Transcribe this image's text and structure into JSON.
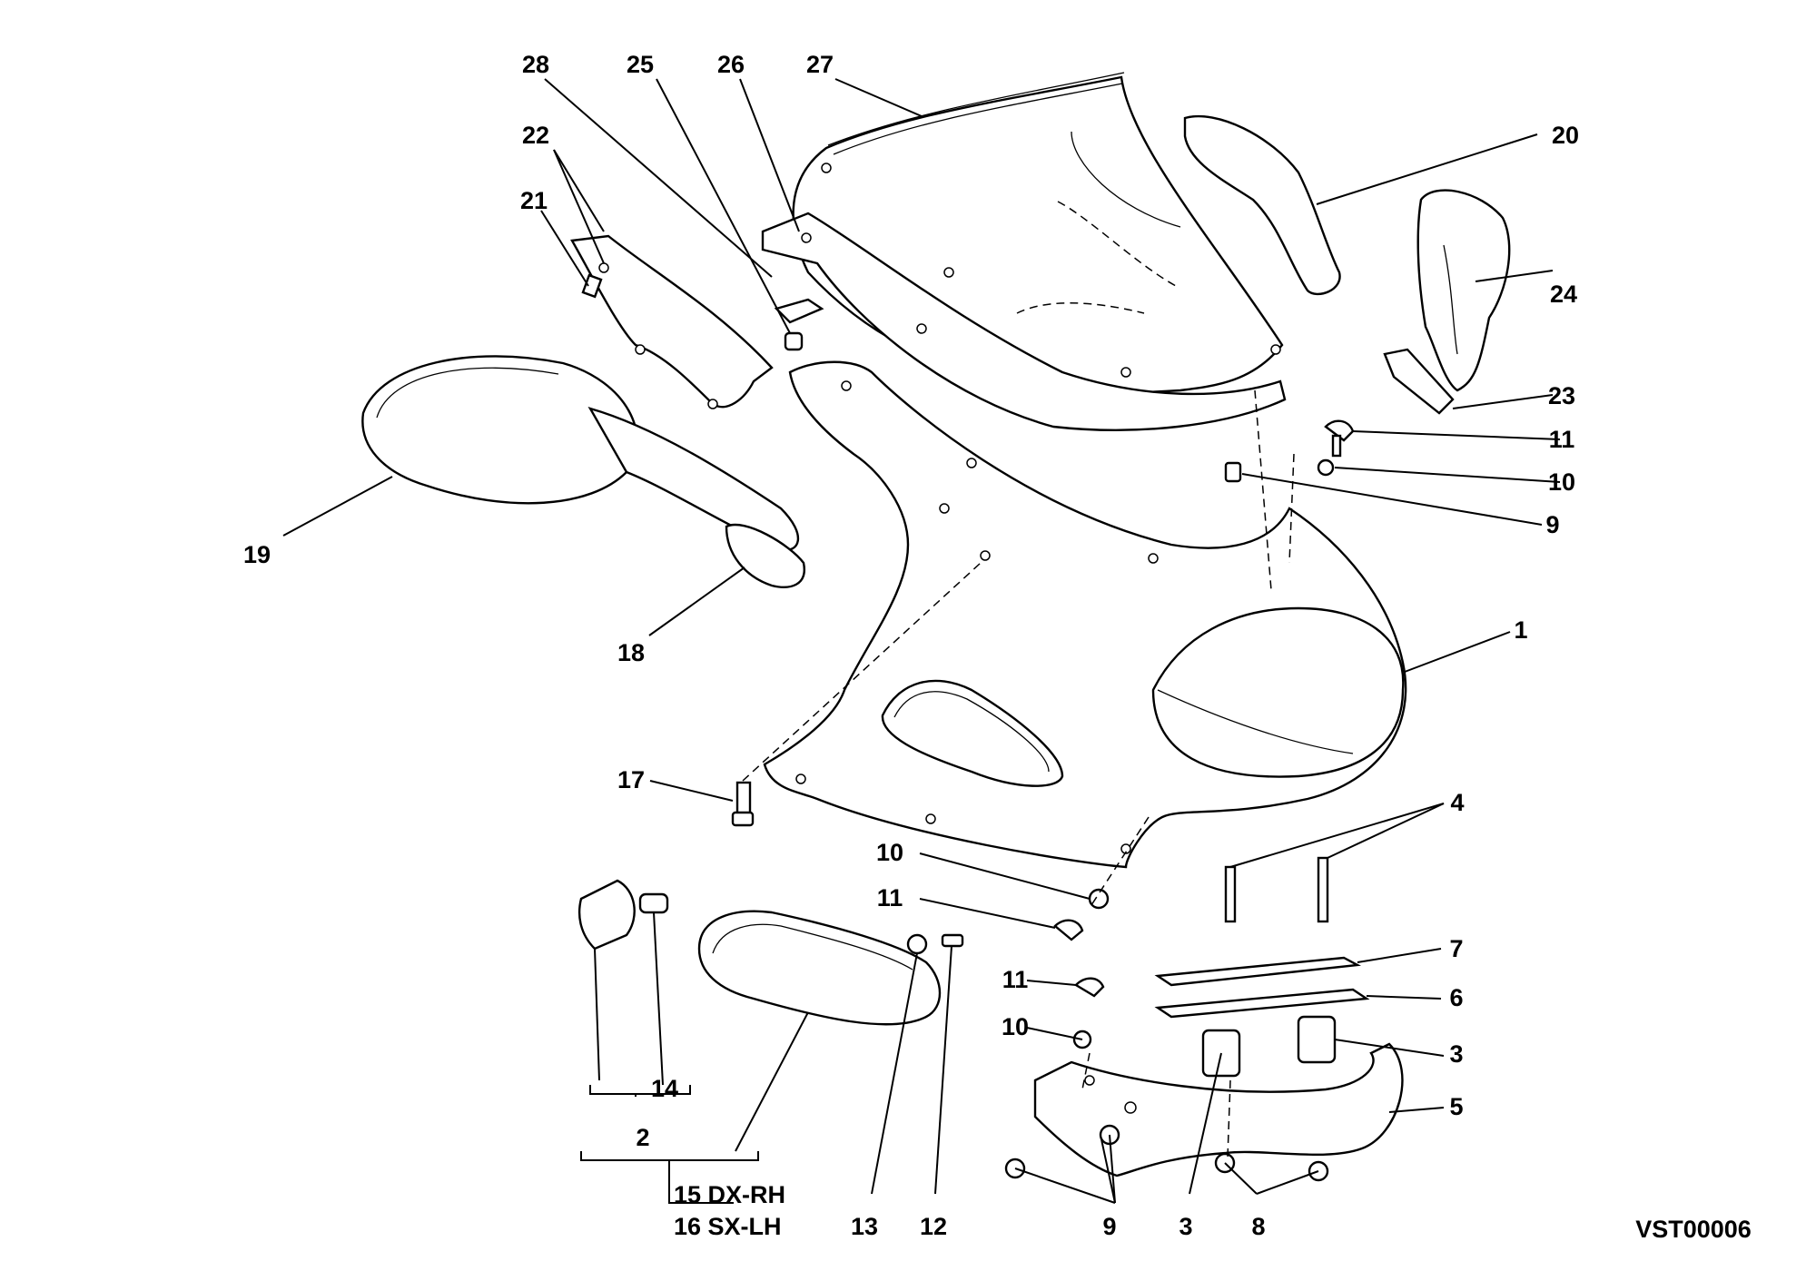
{
  "diagram": {
    "code": "VST00006",
    "labels": {
      "p1": "1",
      "p2": "2",
      "p3a": "3",
      "p3b": "3",
      "p4": "4",
      "p5": "5",
      "p6": "6",
      "p7": "7",
      "p8": "8",
      "p9a": "9",
      "p9b": "9",
      "p10a": "10",
      "p10b": "10",
      "p10c": "10",
      "p11a": "11",
      "p11b": "11",
      "p11c": "11",
      "p12": "12",
      "p13": "13",
      "p14": "14",
      "p15": "15 DX-RH",
      "p16": "16 SX-LH",
      "p17": "17",
      "p18": "18",
      "p19": "19",
      "p20": "20",
      "p21": "21",
      "p22": "22",
      "p23": "23",
      "p24": "24",
      "p25": "25",
      "p26": "26",
      "p27": "27",
      "p28": "28"
    }
  }
}
